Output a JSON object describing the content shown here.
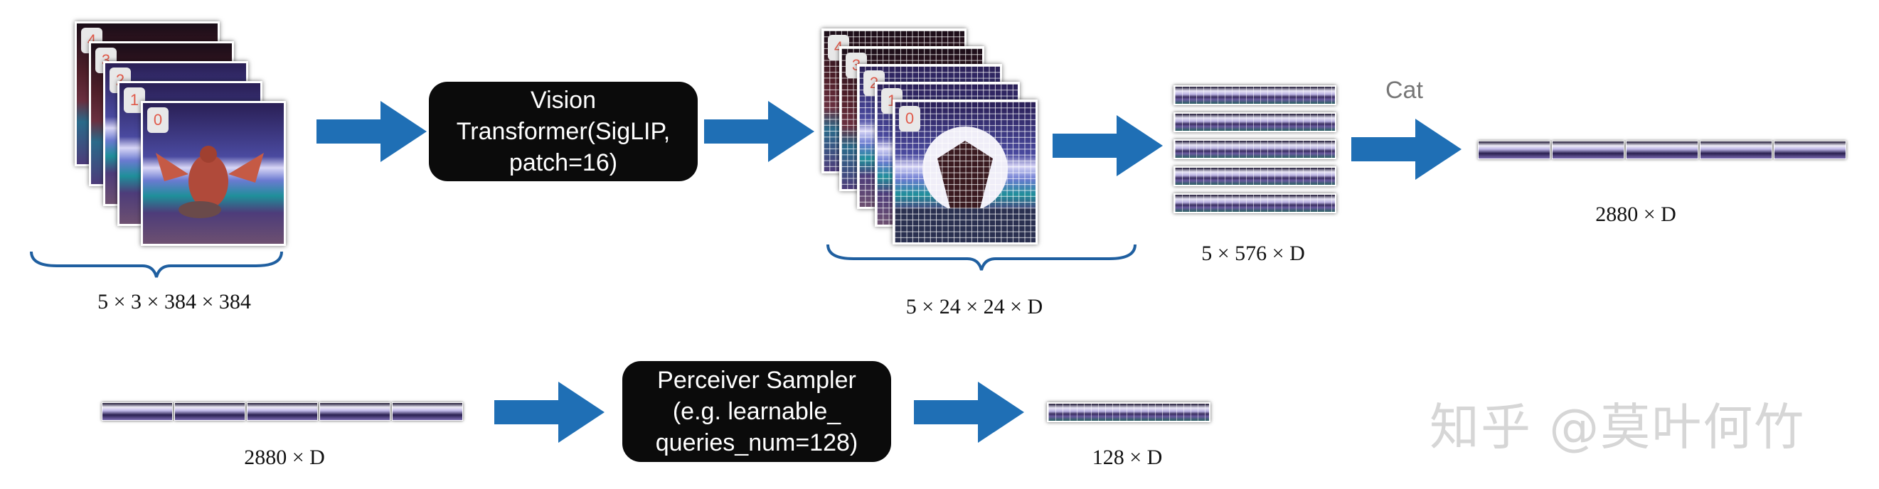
{
  "row1": {
    "input_badges": [
      "4",
      "3",
      "2",
      "1",
      "0"
    ],
    "input_dims": "5 × 3 × 384 × 384",
    "vit_lines": [
      "Vision",
      "Transformer(SigLIP,",
      "patch=16)"
    ],
    "patch_badges": [
      "4",
      "3",
      "2",
      "1",
      "0"
    ],
    "patch_dims": "5 × 24 × 24 × D",
    "stack_dims": "5 × 576 × D",
    "cat_label": "Cat",
    "concat_dims": "2880 × D"
  },
  "row2": {
    "input_dims": "2880 × D",
    "perceiver_lines": [
      "Perceiver Sampler",
      "(e.g. learnable_",
      "queries_num=128)"
    ],
    "output_dims": "128 × D"
  },
  "watermark": "知乎 @莫叶何竹",
  "colors": {
    "arrow": "#1f6fb5",
    "box": "#0b0b0b",
    "brace": "#1f5fa0"
  }
}
